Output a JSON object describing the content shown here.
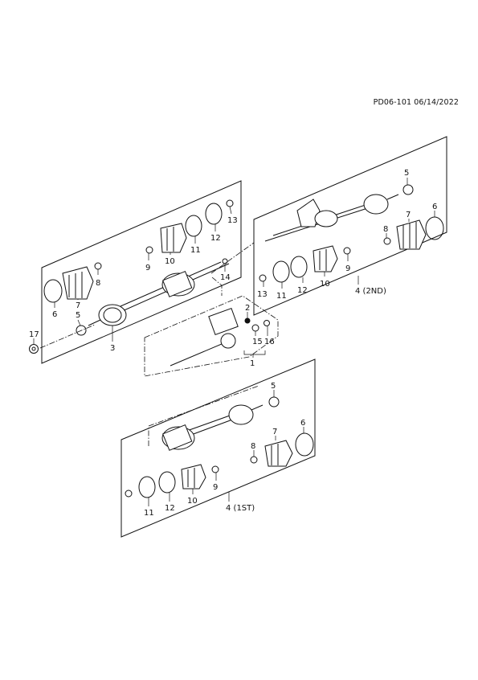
{
  "header": {
    "doc_id": "PD06-101 06/14/2022"
  },
  "callouts": {
    "c1": "1",
    "c2": "2",
    "c3": "3",
    "c14": "14",
    "c15": "15",
    "c16": "16",
    "c17": "17",
    "left": {
      "c5": "5",
      "c6": "6",
      "c7": "7",
      "c8": "8",
      "c9": "9",
      "c10": "10",
      "c11": "11",
      "c12": "12",
      "c13": "13"
    },
    "second": {
      "label": "4 (2ND)",
      "c5": "5",
      "c6": "6",
      "c7": "7",
      "c8": "8",
      "c9": "9",
      "c10": "10",
      "c11": "11",
      "c12": "12",
      "c13": "13"
    },
    "first": {
      "label": "4 (1ST)",
      "c5": "5",
      "c6": "6",
      "c7": "7",
      "c8": "8",
      "c9": "9",
      "c10": "10",
      "c11": "11",
      "c12": "12"
    }
  }
}
